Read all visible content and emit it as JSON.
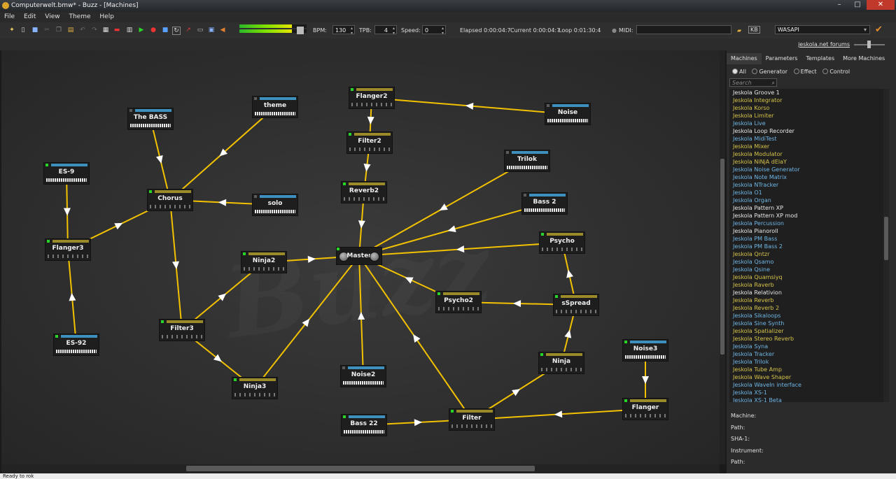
{
  "window": {
    "title": "Computerwelt.bmw* - Buzz - [Machines]",
    "minimize": "–",
    "maximize": "□",
    "close": "✕"
  },
  "menu": [
    "File",
    "Edit",
    "View",
    "Theme",
    "Help"
  ],
  "toolbar": {
    "bpm_label": "BPM:",
    "bpm": "130",
    "tpb_label": "TPB:",
    "tpb": "4",
    "speed_label": "Speed:",
    "speed": "0",
    "elapsed": "Elapsed 0:00:04:7",
    "current": "Current 0:00:04:7",
    "loop": "Loop 0:01:30:4",
    "midi_label": "MIDI:",
    "kb_label": "KB",
    "driver": "WASAPI",
    "vu_left": 0.78,
    "vu_right": 0.78
  },
  "forum_link": "jeskola.net forums",
  "colors": {
    "wire": "#f2c200",
    "generator_strip": "#3d8fbd",
    "effect_strip": "#9b8a2a"
  },
  "machines": [
    {
      "name": "The BASS",
      "type": "generator",
      "led": false
    },
    {
      "name": "theme",
      "type": "generator",
      "led": false
    },
    {
      "name": "ES-9",
      "type": "generator",
      "led": true
    },
    {
      "name": "Chorus",
      "type": "effect",
      "led": true
    },
    {
      "name": "solo",
      "type": "generator",
      "led": false
    },
    {
      "name": "Flanger3",
      "type": "effect",
      "led": true
    },
    {
      "name": "ES-92",
      "type": "generator",
      "led": true
    },
    {
      "name": "Filter3",
      "type": "effect",
      "led": true
    },
    {
      "name": "Ninja3",
      "type": "effect",
      "led": true
    },
    {
      "name": "Ninja2",
      "type": "effect",
      "led": true
    },
    {
      "name": "Flanger2",
      "type": "effect",
      "led": true
    },
    {
      "name": "Filter2",
      "type": "effect",
      "led": true
    },
    {
      "name": "Reverb2",
      "type": "effect",
      "led": true
    },
    {
      "name": "Noise2",
      "type": "generator",
      "led": false
    },
    {
      "name": "Bass 22",
      "type": "generator",
      "led": true
    },
    {
      "name": "Filter",
      "type": "effect",
      "led": true
    },
    {
      "name": "Noise",
      "type": "generator",
      "led": false
    },
    {
      "name": "Trilok",
      "type": "generator",
      "led": false
    },
    {
      "name": "Bass 2",
      "type": "generator",
      "led": false
    },
    {
      "name": "Psycho",
      "type": "effect",
      "led": true
    },
    {
      "name": "Psycho2",
      "type": "effect",
      "led": true
    },
    {
      "name": "sSpread",
      "type": "effect",
      "led": true
    },
    {
      "name": "Ninja",
      "type": "effect",
      "led": true
    },
    {
      "name": "Noise3",
      "type": "generator",
      "led": true
    },
    {
      "name": "Flanger",
      "type": "effect",
      "led": true
    }
  ],
  "master": {
    "name": "Master"
  },
  "panel": {
    "tabs": [
      "Machines",
      "Parameters",
      "Templates",
      "More Machines"
    ],
    "filters": [
      "All",
      "Generator",
      "Effect",
      "Control"
    ],
    "search_placeholder": "Search",
    "list": [
      {
        "name": "Jeskola Groove 1",
        "kind": "control"
      },
      {
        "name": "Jeskola Integrator",
        "kind": "generator"
      },
      {
        "name": "Jeskola Korso",
        "kind": "generator"
      },
      {
        "name": "Jeskola Limiter",
        "kind": "generator"
      },
      {
        "name": "Jeskola Live",
        "kind": "effect"
      },
      {
        "name": "Jeskola Loop Recorder",
        "kind": "control"
      },
      {
        "name": "Jeskola MidiTest",
        "kind": "effect"
      },
      {
        "name": "Jeskola Mixer",
        "kind": "generator"
      },
      {
        "name": "Jeskola Modulator",
        "kind": "generator"
      },
      {
        "name": "Jeskola NiNjA dElaY",
        "kind": "generator"
      },
      {
        "name": "Jeskola Noise Generator",
        "kind": "effect"
      },
      {
        "name": "Jeskola Note Matrix",
        "kind": "effect"
      },
      {
        "name": "Jeskola NTracker",
        "kind": "effect"
      },
      {
        "name": "Jeskola O1",
        "kind": "effect"
      },
      {
        "name": "Jeskola Organ",
        "kind": "effect"
      },
      {
        "name": "Jeskola Pattern XP",
        "kind": "control"
      },
      {
        "name": "Jeskola Pattern XP mod",
        "kind": "control"
      },
      {
        "name": "Jeskola Percussion",
        "kind": "effect"
      },
      {
        "name": "Jeskola Pianoroll",
        "kind": "control"
      },
      {
        "name": "Jeskola PM Bass",
        "kind": "effect"
      },
      {
        "name": "Jeskola PM Bass 2",
        "kind": "effect"
      },
      {
        "name": "Jeskola Qntzr",
        "kind": "generator"
      },
      {
        "name": "Jeskola Qsamo",
        "kind": "effect"
      },
      {
        "name": "Jeskola Qsine",
        "kind": "effect"
      },
      {
        "name": "Jeskola Quamsiyq",
        "kind": "generator"
      },
      {
        "name": "Jeskola Raverb",
        "kind": "generator"
      },
      {
        "name": "Jeskola Relativion",
        "kind": "control"
      },
      {
        "name": "Jeskola Reverb",
        "kind": "generator"
      },
      {
        "name": "Jeskola Reverb 2",
        "kind": "generator"
      },
      {
        "name": "Jeskola Sikaloops",
        "kind": "effect"
      },
      {
        "name": "Jeskola Sine Synth",
        "kind": "effect"
      },
      {
        "name": "Jeskola Spatializer",
        "kind": "generator"
      },
      {
        "name": "Jeskola Stereo Reverb",
        "kind": "generator"
      },
      {
        "name": "Jeskola Syna",
        "kind": "effect"
      },
      {
        "name": "Jeskola Tracker",
        "kind": "effect"
      },
      {
        "name": "Jeskola Trilok",
        "kind": "effect"
      },
      {
        "name": "Jeskola Tube Amp",
        "kind": "generator"
      },
      {
        "name": "Jeskola Wave Shaper",
        "kind": "generator"
      },
      {
        "name": "Jeskola WaveIn interface",
        "kind": "effect"
      },
      {
        "name": "Jeskola XS-1",
        "kind": "effect"
      },
      {
        "name": "Jeskola XS-1 Beta",
        "kind": "effect"
      }
    ],
    "info_labels": [
      "Machine:",
      "Path:",
      "SHA-1:",
      "Instrument:",
      "Path:"
    ]
  },
  "status": "Ready to rok"
}
